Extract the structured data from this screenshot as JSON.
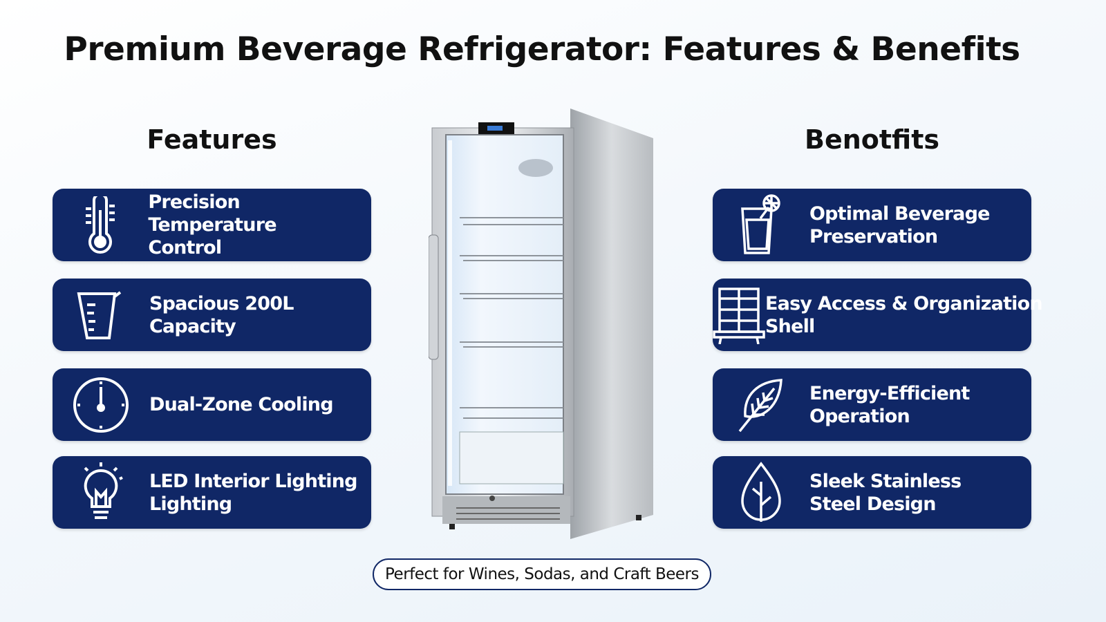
{
  "title": "Premium Beverage Refrigerator: Features & Benefits",
  "features": {
    "heading": "Features",
    "items": [
      {
        "label": "Precision Temperature\nControl",
        "icon": "thermometer-icon"
      },
      {
        "label": "Spacious 200L\nCapacity",
        "icon": "measuring-cup-icon"
      },
      {
        "label": "Dual-Zone Cooling",
        "icon": "clock-icon"
      },
      {
        "label": "LED Interior Lighting\nLighting",
        "icon": "lightbulb-icon"
      }
    ]
  },
  "benefits": {
    "heading": "Benotfits",
    "items": [
      {
        "label": "Optimal Beverage\nPreservation",
        "icon": "drink-glass-icon"
      },
      {
        "label": "Easy Access & Organization\nShell",
        "icon": "shelf-icon"
      },
      {
        "label": "Energy-Efficient\nOperation",
        "icon": "leaf-icon"
      },
      {
        "label": "Sleek Stainless\nSteel Design",
        "icon": "leaf-outline-icon"
      }
    ]
  },
  "tagline": "Perfect for Wines, Sodas, and Craft Beers",
  "colors": {
    "card": "#102766",
    "text": "#111111"
  }
}
